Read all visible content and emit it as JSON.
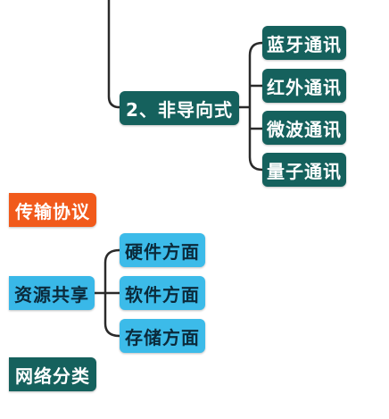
{
  "colors": {
    "dark_teal": "#15615d",
    "orange": "#f15a1b",
    "cyan": "#39b8e8",
    "connector": "#2a2a2a"
  },
  "wireless": {
    "branch_label": "2、非导向式",
    "children": [
      "蓝牙通讯",
      "红外通讯",
      "微波通讯",
      "量子通讯"
    ]
  },
  "protocol": {
    "label": "传输协议"
  },
  "resource_sharing": {
    "label": "资源共享",
    "children": [
      "硬件方面",
      "软件方面",
      "存储方面"
    ]
  },
  "network_classification": {
    "label": "网络分类"
  }
}
